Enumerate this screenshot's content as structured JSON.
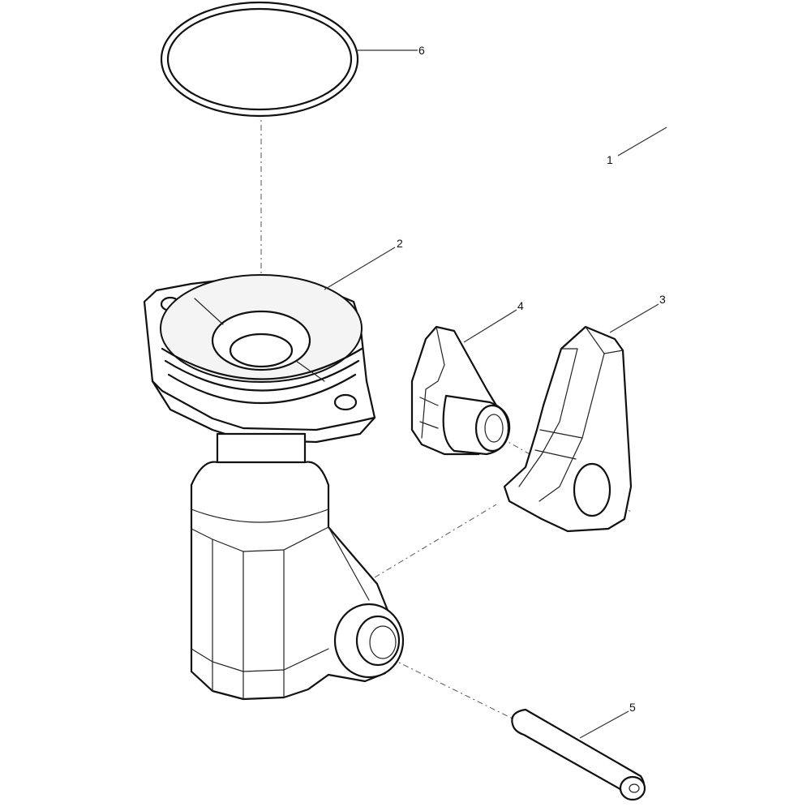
{
  "callouts": [
    {
      "id": "1",
      "label": "1"
    },
    {
      "id": "2",
      "label": "2"
    },
    {
      "id": "3",
      "label": "3"
    },
    {
      "id": "4",
      "label": "4"
    },
    {
      "id": "5",
      "label": "5"
    },
    {
      "id": "6",
      "label": "6"
    }
  ],
  "parts": [
    {
      "item": "1",
      "icon": "assembly-leader-icon"
    },
    {
      "item": "2",
      "icon": "valve-housing-icon"
    },
    {
      "item": "3",
      "icon": "lever-arm-icon"
    },
    {
      "item": "4",
      "icon": "lever-bracket-icon"
    },
    {
      "item": "5",
      "icon": "pin-icon"
    },
    {
      "item": "6",
      "icon": "o-ring-icon"
    }
  ],
  "colors": {
    "line": "#111111",
    "background": "#ffffff",
    "centerline": "#555555"
  }
}
